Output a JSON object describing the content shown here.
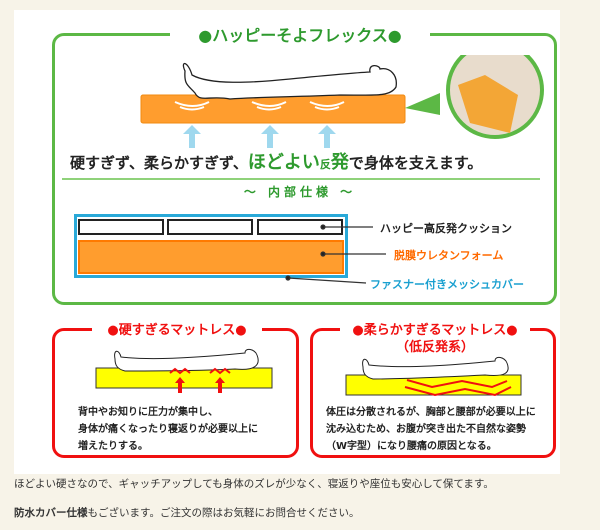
{
  "feature": {
    "title": "●ハッピーそよフレックス●",
    "tagline_prefix": "硬すぎず、柔らかすぎず、",
    "tagline_highlight": "ほどよい",
    "tagline_mark": "反",
    "tagline_highlight2": "発",
    "tagline_suffix": "で身体を支えます。",
    "spec_heading": "～ 内部仕様 ～",
    "layers": [
      {
        "label": "ハッピー高反発クッション",
        "color": "#222222"
      },
      {
        "label": "脱膜ウレタンフォーム",
        "color": "#ff6a00"
      },
      {
        "label": "ファスナー付きメッシュカバー",
        "color": "#1aa0d0"
      }
    ]
  },
  "comparisons": [
    {
      "title": "●硬すぎるマットレス●",
      "lines": [
        "背中やお知りに圧力が集中し、",
        "身体が痛くなったり寝返りが必要以上に",
        "増えたりする。"
      ]
    },
    {
      "title": "●柔らかすぎるマットレス●",
      "subtitle": "（低反発系）",
      "lines": [
        "体圧は分散されるが、胸部と腰部が必要以上に",
        "沈み込むため、お腹が突き出た不自然な姿勢",
        "（W字型）になり腰痛の原因となる。"
      ]
    }
  ],
  "footer": {
    "line1": "ほどよい硬さなので、ギャッチアップしても身体のズレが少なく、寝返りや座位も安心して保てます。",
    "line2_bold": "防水カバー仕様",
    "line2_rest": "もございます。ご注文の際はお気軽にお問合せください。"
  },
  "colors": {
    "green": "#5cb845",
    "red": "#f01010",
    "orange": "#ff9d2e",
    "blue": "#29a9d8",
    "yellow": "#ffff00"
  }
}
